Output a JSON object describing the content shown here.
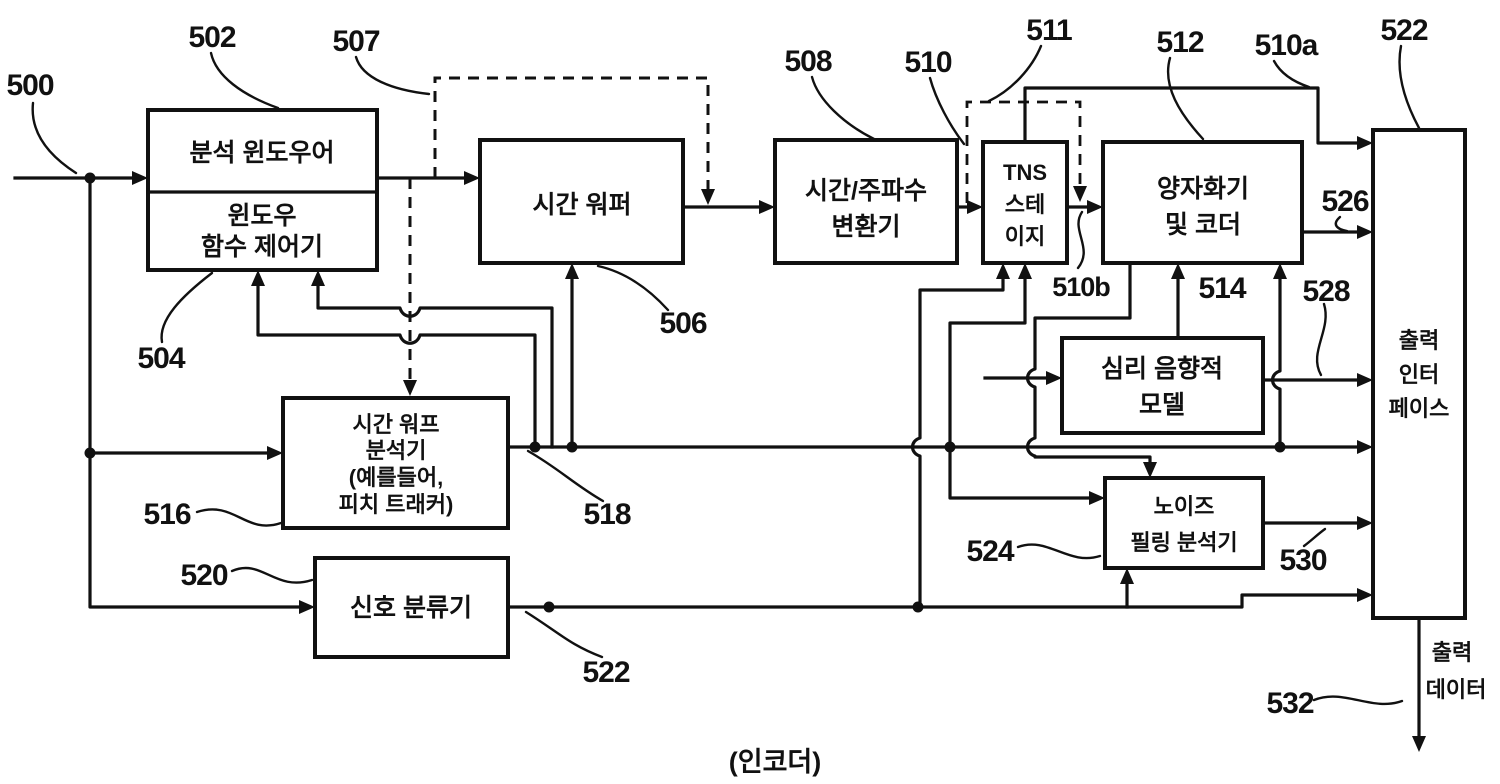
{
  "colors": {
    "ink": "#111111",
    "paper": "#ffffff"
  },
  "figure": {
    "caption": "(인코더)",
    "output_data": {
      "lines": [
        "출력",
        "데이터"
      ]
    }
  },
  "blocks": {
    "analysis_windower": {
      "lines": [
        "분석 윈도우어"
      ]
    },
    "window_function_controller": {
      "lines": [
        "윈도우",
        "함수 제어기"
      ]
    },
    "time_warper": {
      "lines": [
        "시간 워퍼"
      ]
    },
    "time_frequency_converter": {
      "lines": [
        "시간/주파수",
        "변환기"
      ]
    },
    "tns_stage": {
      "lines": [
        "TNS",
        "스테",
        "이지"
      ]
    },
    "quantizer_coder": {
      "lines": [
        "양자화기",
        "및 코더"
      ]
    },
    "psychoacoustic_model": {
      "lines": [
        "심리 음향적",
        "모델"
      ]
    },
    "time_warp_analyzer": {
      "lines": [
        "시간 워프",
        "분석기",
        "(예를들어,",
        "피치 트래커)"
      ]
    },
    "noise_filling_analyzer": {
      "lines": [
        "노이즈",
        "필링 분석기"
      ]
    },
    "signal_classifier": {
      "lines": [
        "신호 분류기"
      ]
    },
    "output_interface": {
      "lines": [
        "출력",
        "인터",
        "페이스"
      ]
    }
  },
  "refs": {
    "n500": "500",
    "n502": "502",
    "n504": "504",
    "n506": "506",
    "n507": "507",
    "n508": "508",
    "n510": "510",
    "n510a": "510a",
    "n510b": "510b",
    "n511": "511",
    "n512": "512",
    "n514": "514",
    "n516": "516",
    "n518": "518",
    "n520": "520",
    "n522_top": "522",
    "n522_bottom": "522",
    "n524": "524",
    "n526": "526",
    "n528": "528",
    "n530": "530",
    "n532": "532"
  }
}
